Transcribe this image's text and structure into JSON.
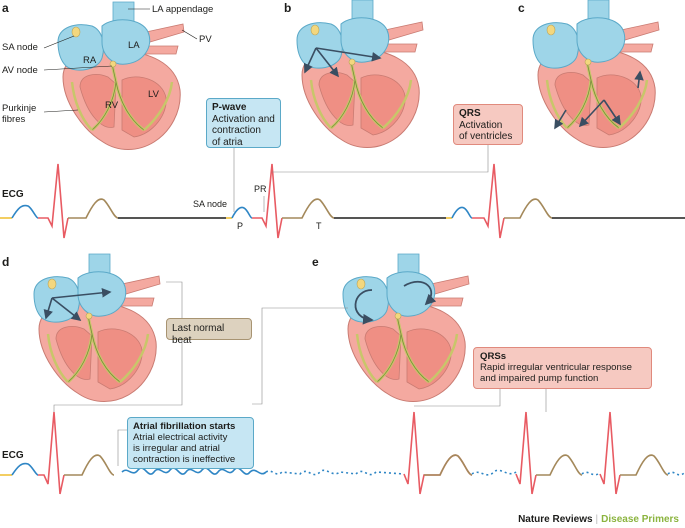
{
  "panels": {
    "a": "a",
    "b": "b",
    "c": "c",
    "d": "d",
    "e": "e"
  },
  "anatomy": {
    "la_appendage": "LA appendage",
    "pv": "PV",
    "sa_node": "SA node",
    "ra": "RA",
    "la": "LA",
    "av_node": "AV node",
    "rv": "RV",
    "lv": "LV",
    "purkinje_line1": "Purkinje",
    "purkinje_line2": "fibres"
  },
  "ecg_labels": {
    "ecg_top": "ECG",
    "ecg_bottom": "ECG",
    "sa_node": "SA node",
    "pr": "PR",
    "p": "P",
    "t": "T"
  },
  "callouts": {
    "pwave": {
      "title": "P-wave",
      "lines": [
        "Activation and",
        "contraction",
        "of atria"
      ]
    },
    "qrs": {
      "title": "QRS",
      "lines": [
        "Activation",
        "of ventricles"
      ]
    },
    "last_normal_beat": {
      "text": "Last normal beat"
    },
    "af": {
      "title": "Atrial fibrillation starts",
      "lines": [
        "Atrial electrical activity",
        "is irregular and atrial",
        "contraction is ineffective"
      ]
    },
    "qrss": {
      "title": "QRSs",
      "lines": [
        "Rapid irregular ventricular response",
        "and impaired pump function"
      ]
    }
  },
  "credit": {
    "journal": "Nature Reviews",
    "separator": "|",
    "series": "Disease Primers"
  },
  "colors": {
    "atria": "#9ed5e8",
    "ventricle_outer": "#f4a9a0",
    "ventricle_inner": "#ef8f84",
    "conduction": "#c8c66a",
    "sa_node": "#f3d77e",
    "ecg_p": "#2f86c5",
    "ecg_qrs": "#e85b63",
    "ecg_t": "#a4895b",
    "ecg_baseline": "#1d1d1b",
    "arrow": "#3a4e62"
  }
}
